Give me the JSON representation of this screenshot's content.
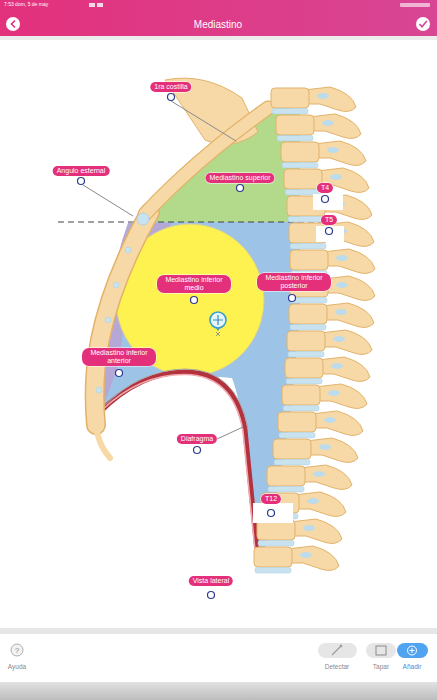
{
  "diagram": {
    "title": "Mediastino",
    "nodes": [
      {
        "text": [
          "1ra costilla"
        ]
      },
      {
        "text": [
          "Angulo esternal"
        ]
      },
      {
        "text": [
          "Mediastino superior"
        ]
      },
      {
        "text": [
          "T4"
        ]
      },
      {
        "text": [
          "T5"
        ]
      },
      {
        "text": [
          "Mediastino inferior medio"
        ]
      },
      {
        "text": [
          "Mediastino inferior posterior"
        ]
      },
      {
        "text": [
          "Mediastino inferior anterior"
        ]
      },
      {
        "text": [
          "Diafragma"
        ]
      },
      {
        "text": [
          "T12"
        ]
      },
      {
        "text": [
          "Vista lateral"
        ]
      }
    ],
    "labels": [
      "7:53 dom, 5 de may",
      "?",
      "Ayuda",
      "Detectar",
      "Tapar",
      "Añadir"
    ]
  }
}
